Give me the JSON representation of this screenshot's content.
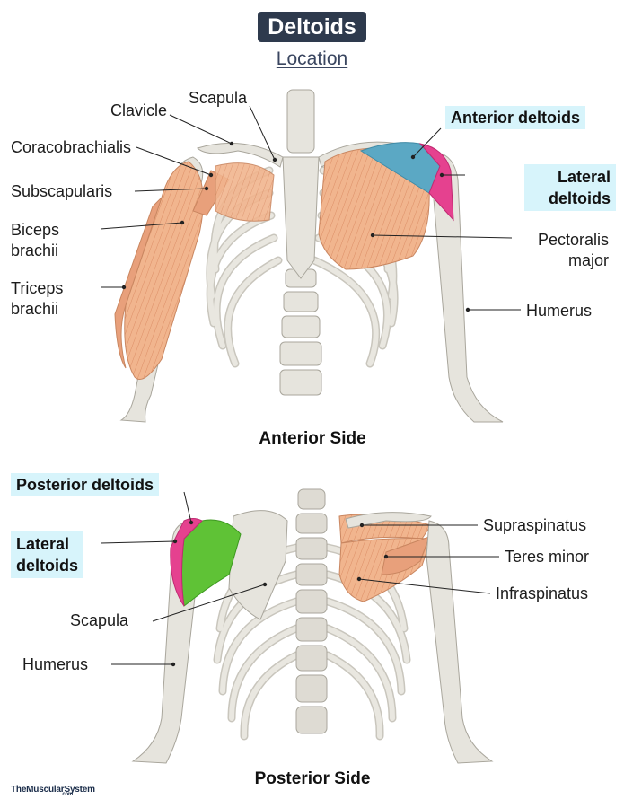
{
  "title": "Deltoids",
  "subtitle": "Location",
  "anterior": {
    "caption": "Anterior Side",
    "labels": {
      "clavicle": "Clavicle",
      "scapula": "Scapula",
      "coracobrachialis": "Coracobrachialis",
      "subscapularis": "Subscapularis",
      "biceps_1": "Biceps",
      "biceps_2": "brachii",
      "triceps_1": "Triceps",
      "triceps_2": "brachii",
      "anterior_deltoids": "Anterior deltoids",
      "lateral_1": "Lateral",
      "lateral_2": "deltoids",
      "pectoralis_1": "Pectoralis",
      "pectoralis_2": "major",
      "humerus": "Humerus"
    }
  },
  "posterior": {
    "caption": "Posterior Side",
    "labels": {
      "posterior_deltoids": "Posterior deltoids",
      "lateral_1": "Lateral",
      "lateral_2": "deltoids",
      "scapula": "Scapula",
      "humerus": "Humerus",
      "supraspinatus": "Supraspinatus",
      "teres_minor": "Teres minor",
      "infraspinatus": "Infraspinatus"
    }
  },
  "brand": {
    "name": "TheMuscularSystem",
    "suffix": ".com"
  },
  "colors": {
    "title_bg": "#2e3a4d",
    "highlight_bg": "#d7f4fb",
    "bone": "#e6e4dd",
    "bone_outline": "#a9a69c",
    "muscle": "#f1b58e",
    "anterior_deltoid": "#5ba8c4",
    "lateral_deltoid": "#e5418f",
    "posterior_deltoid": "#5fc236"
  }
}
